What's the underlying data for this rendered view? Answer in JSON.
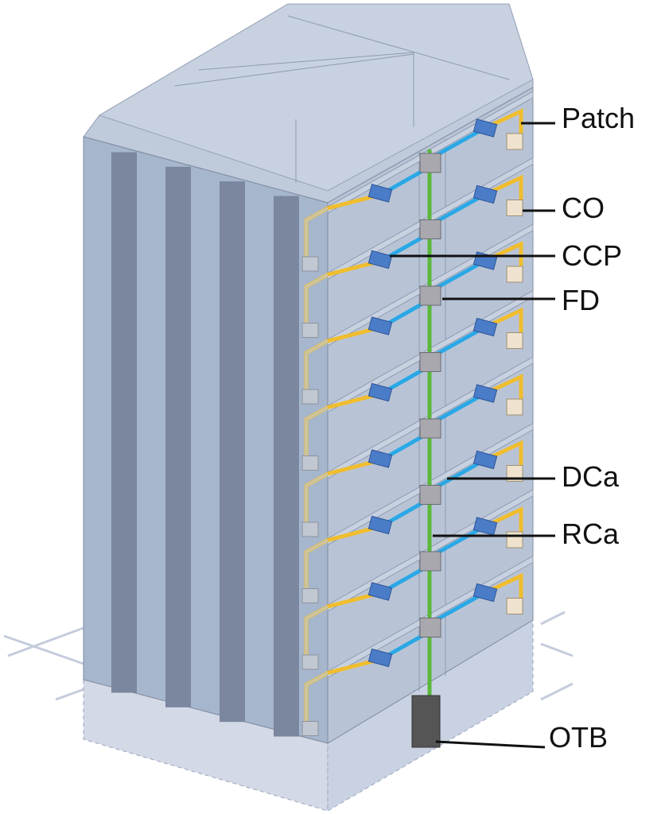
{
  "labels": {
    "patch": "Patch",
    "co": "CO",
    "ccp": "CCP",
    "fd": "FD",
    "dca": "DCa",
    "rca": "RCa",
    "otb": "OTB"
  },
  "floors": 8,
  "colors": {
    "riser_cable": "#5ab83a",
    "distribution_cable": "#2aa8e6",
    "consolidation_cable": "#f0bd2e",
    "ccp_box": "#4a7cc8",
    "fd_box": "#a8a8ae",
    "co_box": "#efe3cf",
    "otb_box": "#555555",
    "building_face": "#a6b6cc",
    "building_stripe": "#7a879e"
  }
}
